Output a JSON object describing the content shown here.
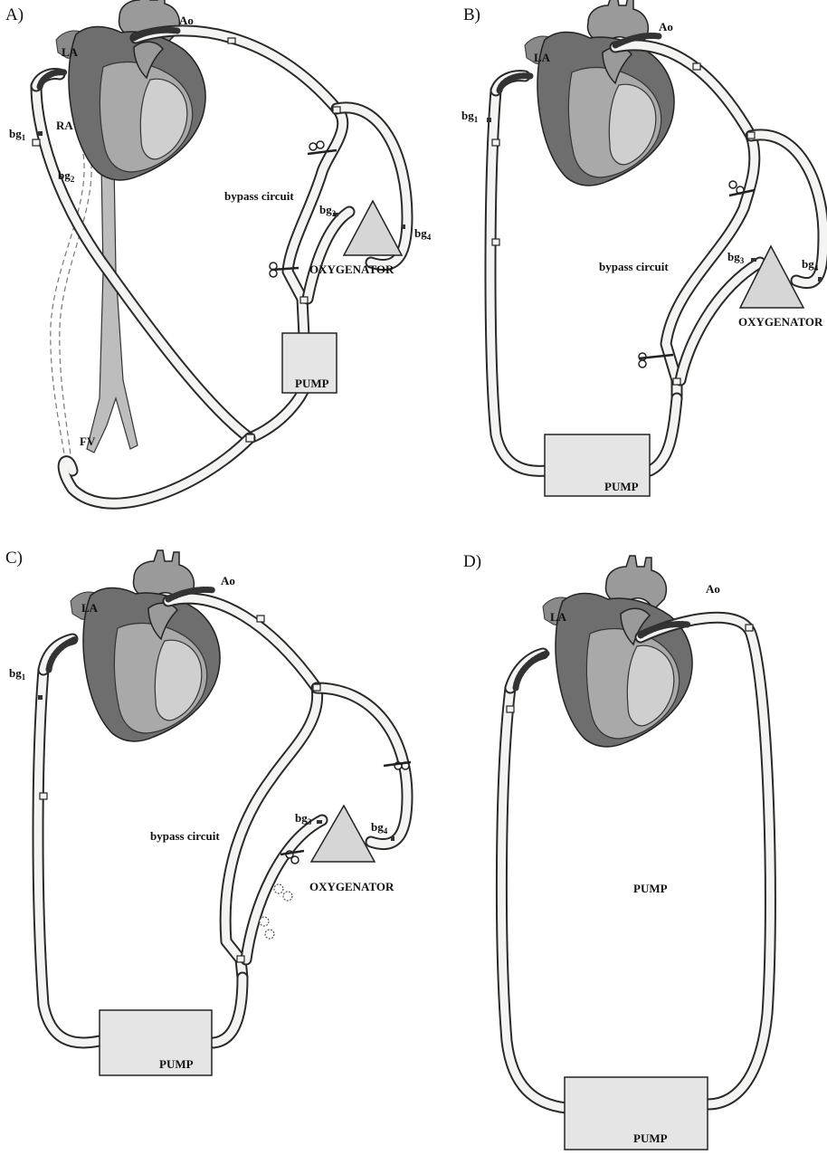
{
  "panels": {
    "A": {
      "panel_label": "A)",
      "ao": "Ao",
      "la": "LA",
      "ra": "RA",
      "fv": "FV",
      "bg1": "bg",
      "bg1_sub": "1",
      "bg2": "bg",
      "bg2_sub": "2",
      "bg3": "bg",
      "bg3_sub": "3",
      "bg4": "bg",
      "bg4_sub": "4",
      "circuit": "bypass circuit",
      "oxygenator": "OXYGENATOR",
      "pump": "PUMP"
    },
    "B": {
      "panel_label": "B)",
      "ao": "Ao",
      "la": "LA",
      "bg1": "bg",
      "bg1_sub": "1",
      "bg3": "bg",
      "bg3_sub": "3",
      "bg4": "bg",
      "bg4_sub": "4",
      "circuit": "bypass circuit",
      "oxygenator": "OXYGENATOR",
      "pump": "PUMP"
    },
    "C": {
      "panel_label": "C)",
      "ao": "Ao",
      "la": "LA",
      "bg1": "bg",
      "bg1_sub": "1",
      "bg3": "bg",
      "bg3_sub": "3",
      "bg4": "bg",
      "bg4_sub": "4",
      "circuit": "bypass circuit",
      "oxygenator": "OXYGENATOR",
      "pump": "PUMP"
    },
    "D": {
      "panel_label": "D)",
      "ao": "Ao",
      "la": "LA",
      "pump_center": "PUMP",
      "pump": "PUMP"
    }
  }
}
